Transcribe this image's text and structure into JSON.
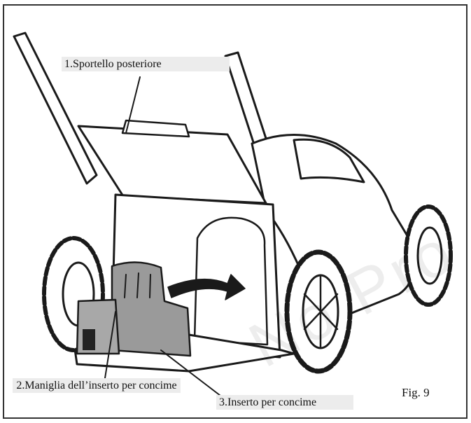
{
  "labels": {
    "rear_door": "1.Sportello posteriore",
    "insert_handle": "2.Maniglia dell’inserto per concime",
    "mulch_insert": "3.Inserto per concime"
  },
  "figure_number": "Fig. 9",
  "watermark": "No Pro",
  "colors": {
    "line": "#1a1a1a",
    "insert_fill": "#9a9a9a",
    "frame": "#333333"
  }
}
